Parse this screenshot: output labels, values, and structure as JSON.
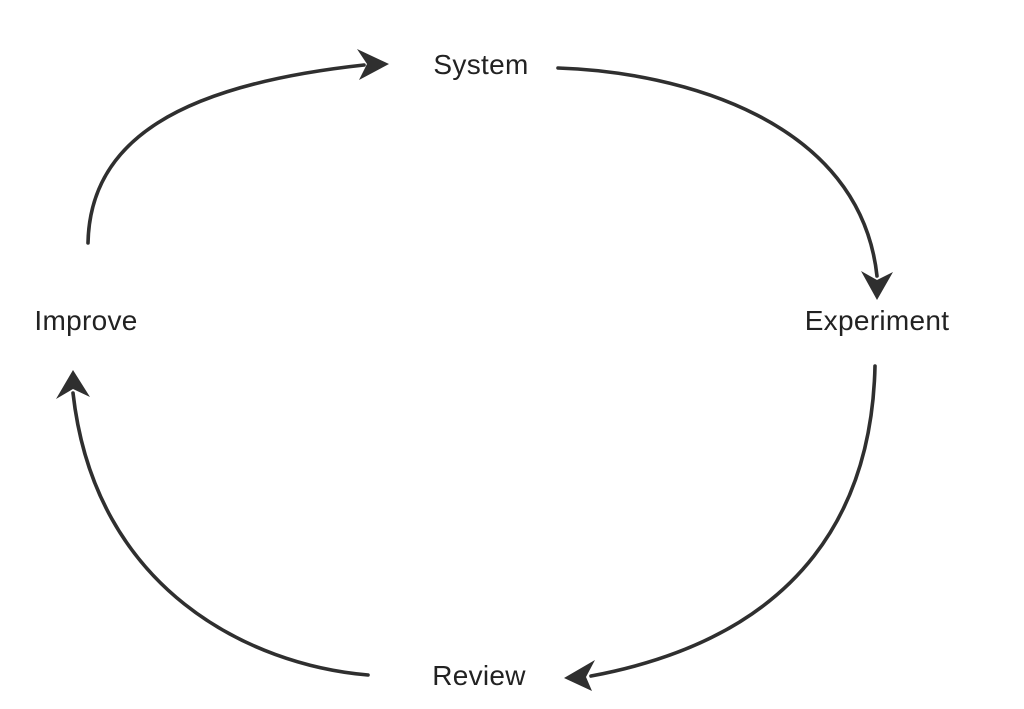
{
  "diagram": {
    "type": "cycle",
    "colors": {
      "background": "#ffffff",
      "line": "#2f2f2f",
      "text": "#222222"
    },
    "nodes": [
      {
        "id": "system",
        "label": "System",
        "position": "top"
      },
      {
        "id": "experiment",
        "label": "Experiment",
        "position": "right"
      },
      {
        "id": "review",
        "label": "Review",
        "position": "bottom"
      },
      {
        "id": "improve",
        "label": "Improve",
        "position": "left"
      }
    ],
    "edges": [
      {
        "from": "improve",
        "to": "system"
      },
      {
        "from": "system",
        "to": "experiment"
      },
      {
        "from": "experiment",
        "to": "review"
      },
      {
        "from": "review",
        "to": "improve"
      }
    ]
  }
}
